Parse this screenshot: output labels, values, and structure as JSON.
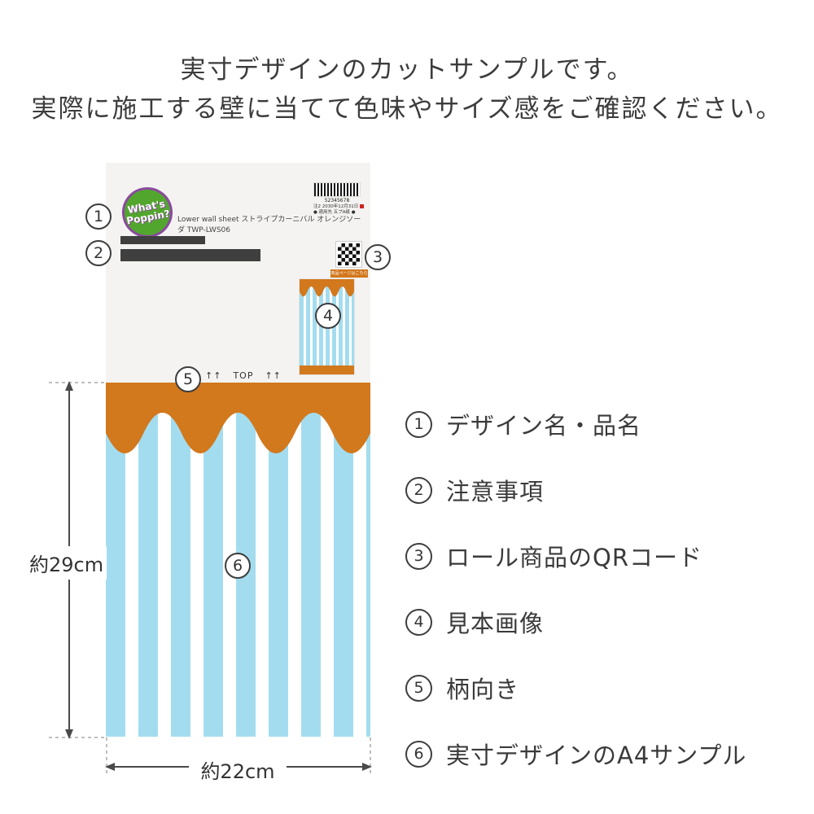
{
  "colors": {
    "orange": "#d2781d",
    "stripe_blue": "#a4dcef",
    "sheet_bg": "#f4f3f1",
    "bar_dark": "#3f3f3f",
    "logo_green": "#52a62e",
    "logo_purple": "#8a4a9e"
  },
  "header": {
    "line1": "実寸デザインのカットサンプルです。",
    "line2": "実際に施工する壁に当てて色味やサイズ感をご確認ください。"
  },
  "sheet": {
    "logo": {
      "line1": "What's",
      "line2": "Poppin?"
    },
    "product_name": "Lower wall sheet ストライプカーニバル オレンジソーダ TWP-LWS06",
    "barcode_number": "52345678",
    "note_line1": "注2 2030年12月31日",
    "note_line2": "● 適用先 五プA紙 ●",
    "qr_link_label": "商品ページはこちら",
    "orientation": {
      "arrows_left": "↑↑",
      "label": "TOP",
      "arrows_right": "↑↑"
    }
  },
  "callouts": {
    "n1": "1",
    "n2": "2",
    "n3": "3",
    "n4": "4",
    "n5": "5",
    "n6": "6"
  },
  "dimensions": {
    "height_label": "約29cm",
    "width_label": "約22cm"
  },
  "legend": {
    "items": [
      {
        "num": "1",
        "label": "デザイン名・品名"
      },
      {
        "num": "2",
        "label": "注意事項"
      },
      {
        "num": "3",
        "label": "ロール商品のQRコード"
      },
      {
        "num": "4",
        "label": "見本画像"
      },
      {
        "num": "5",
        "label": "柄向き"
      },
      {
        "num": "6",
        "label": "実寸デザインのA4サンプル"
      }
    ]
  }
}
